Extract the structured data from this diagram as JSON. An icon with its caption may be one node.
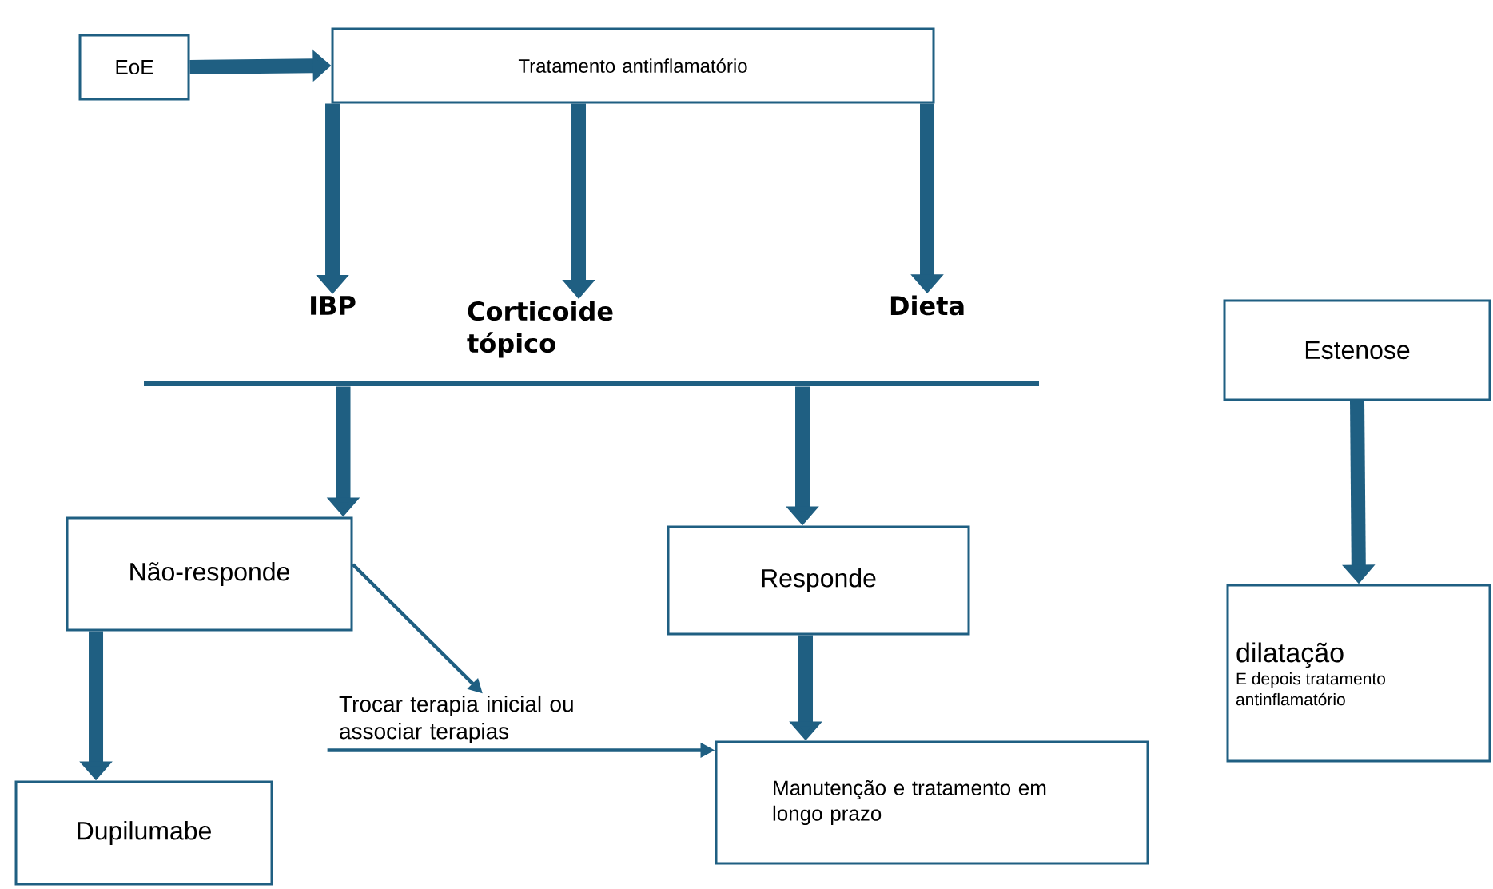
{
  "diagram": {
    "nodes": [
      {
        "text": [
          "EoE"
        ]
      },
      {
        "text": [
          "Tratamento antinflamatório"
        ]
      },
      {
        "text": [
          "IBP"
        ]
      },
      {
        "text": [
          "Corticoide tópico"
        ]
      },
      {
        "text": [
          "Dieta"
        ]
      },
      {
        "text": [],
        "shape": "bar"
      },
      {
        "text": [
          "Não-responde"
        ]
      },
      {
        "text": [
          "Responde"
        ]
      },
      {
        "text": [
          "Trocar terapia inicial ou associar terapias"
        ]
      },
      {
        "text": [
          "Dupilumabe"
        ]
      },
      {
        "text": [
          "Manutenção e tratamento em  longo prazo"
        ]
      },
      {
        "text": [
          "Estenose"
        ]
      },
      {
        "text": [
          "dilatação",
          "E depois tratamento antinflamatório"
        ]
      }
    ],
    "edges": [
      {
        "from": 0,
        "to": 1,
        "arrow": "to"
      },
      {
        "from": 1,
        "to": 2,
        "arrow": "to"
      },
      {
        "from": 1,
        "to": 3,
        "arrow": "to"
      },
      {
        "from": 1,
        "to": 4,
        "arrow": "to"
      },
      {
        "from": 5,
        "to": 6,
        "arrow": "to"
      },
      {
        "from": 5,
        "to": 7,
        "arrow": "to"
      },
      {
        "from": 6,
        "to": 8,
        "arrow": "to"
      },
      {
        "from": 6,
        "to": 9,
        "arrow": "to"
      },
      {
        "from": 7,
        "to": 10,
        "arrow": "to"
      },
      {
        "from": 8,
        "to": 10,
        "arrow": "to"
      },
      {
        "from": 11,
        "to": 12,
        "arrow": "to"
      }
    ]
  }
}
